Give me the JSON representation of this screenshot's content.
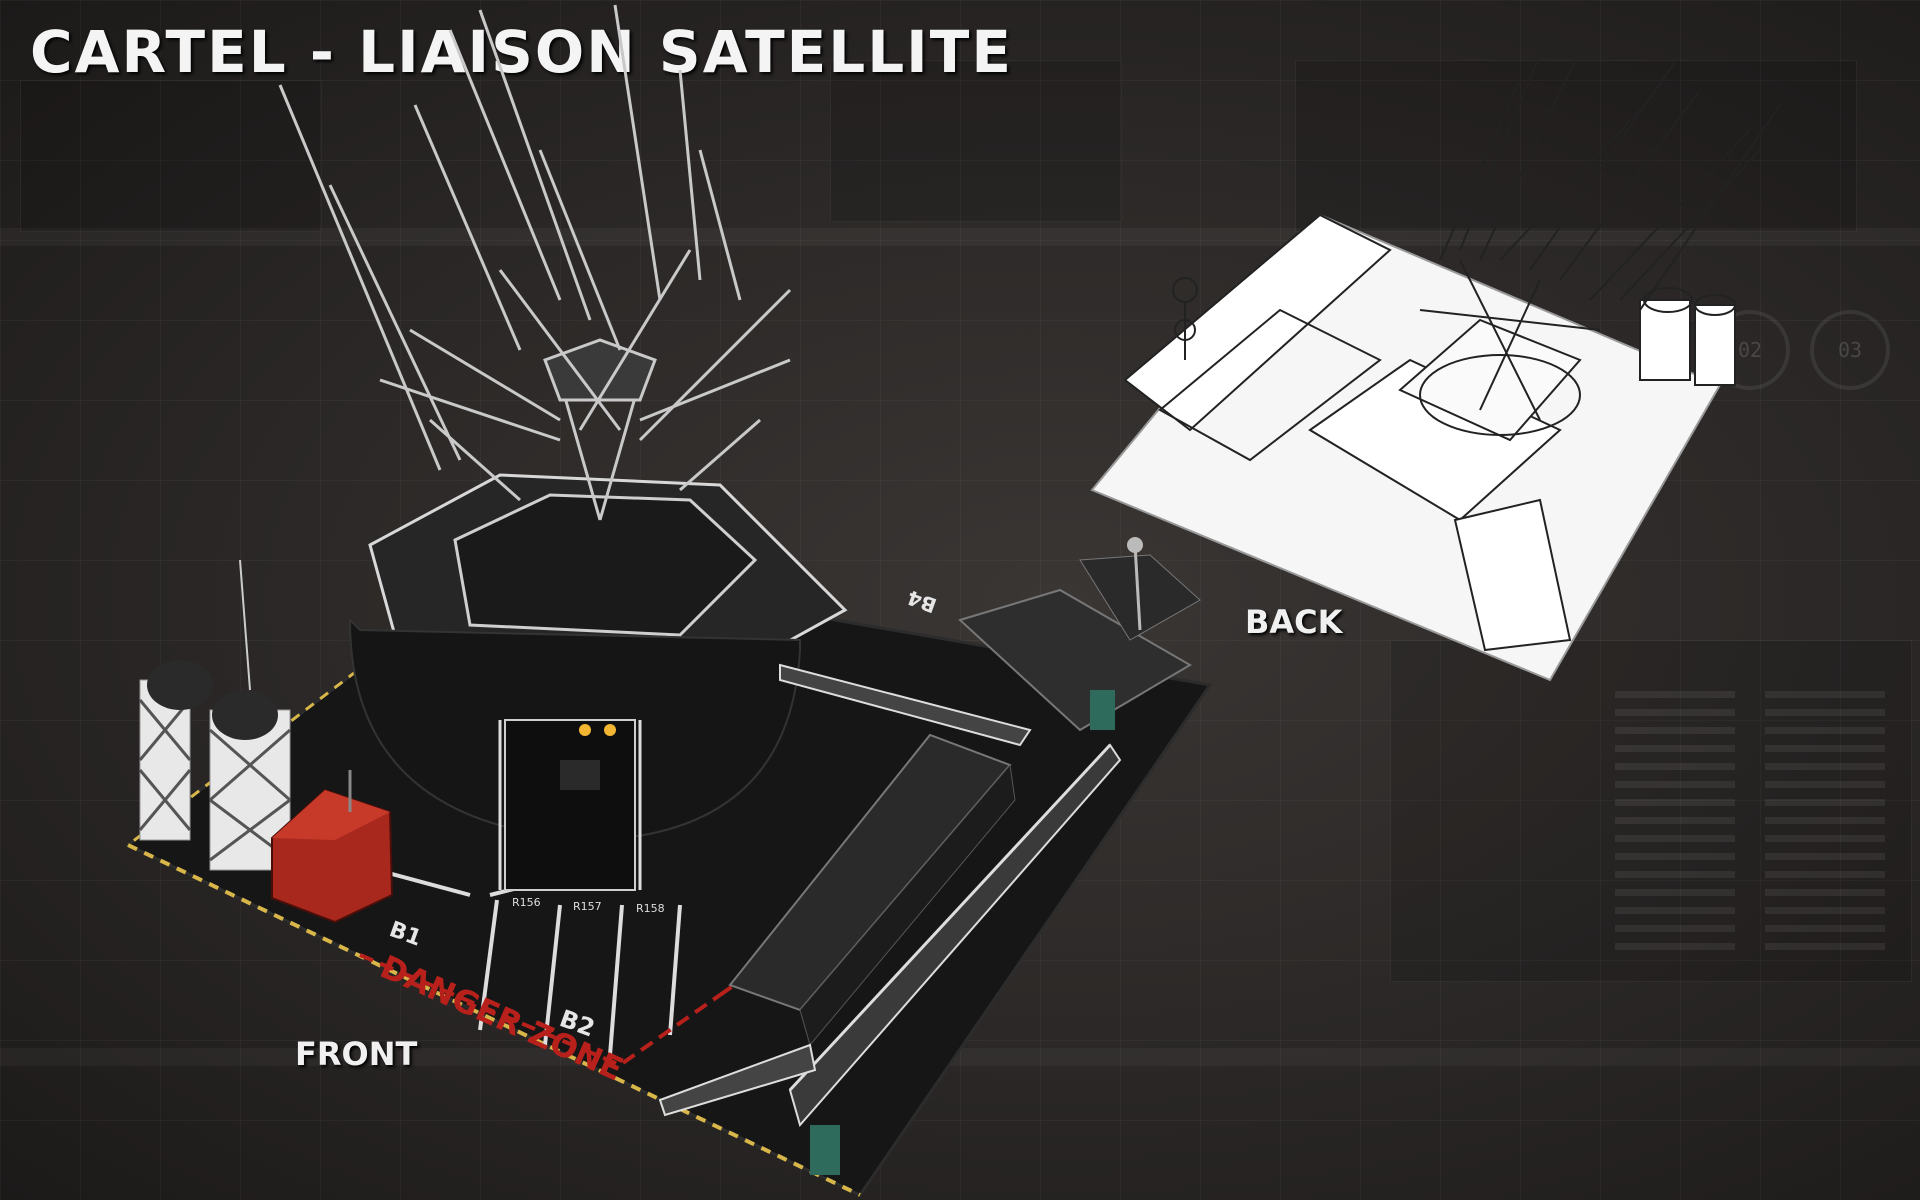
{
  "title": "CARTEL - LIAISON SATELLITE",
  "views": {
    "front_label": "FRONT",
    "back_label": "BACK"
  },
  "ground_markings": {
    "bay_b1": "B1",
    "bay_b2": "B2",
    "bay_b4": "B4",
    "spot_r156": "R156",
    "spot_r157": "R157",
    "spot_r158": "R158",
    "danger_zone": "DANGER ZONE"
  },
  "hud": {
    "gauge_1": "02",
    "gauge_2": "03"
  },
  "colors": {
    "background": "#2a2726",
    "danger_red": "#b8211b",
    "generator_red": "#a8281d",
    "warning_light": "#f2b632"
  }
}
